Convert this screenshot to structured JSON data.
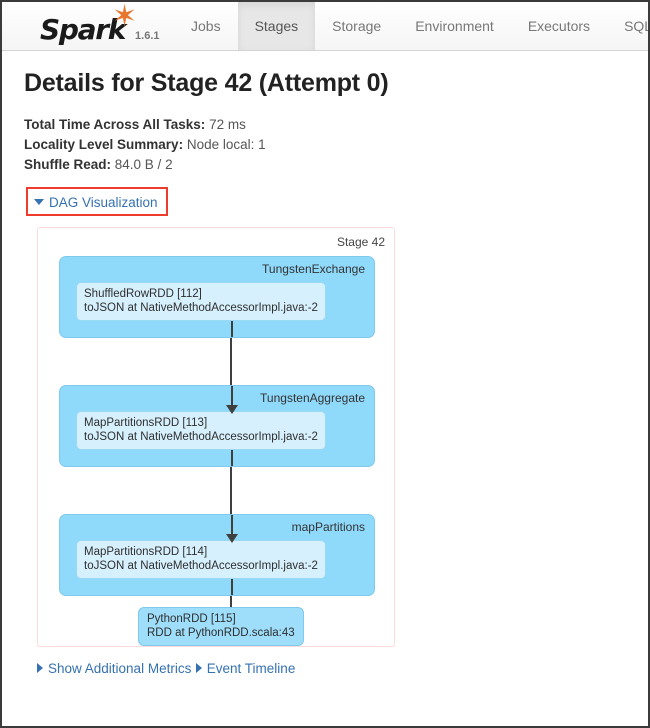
{
  "navbar": {
    "brand_name": "Spark",
    "brand_star_icon": "star-icon",
    "version": "1.6.1",
    "tabs": [
      {
        "label": "Jobs",
        "active": false
      },
      {
        "label": "Stages",
        "active": true
      },
      {
        "label": "Storage",
        "active": false
      },
      {
        "label": "Environment",
        "active": false
      },
      {
        "label": "Executors",
        "active": false
      },
      {
        "label": "SQL",
        "active": false
      }
    ]
  },
  "page": {
    "title": "Details for Stage 42 (Attempt 0)"
  },
  "summary": [
    {
      "label": "Total Time Across All Tasks:",
      "value": "72 ms"
    },
    {
      "label": "Locality Level Summary:",
      "value": "Node local: 1"
    },
    {
      "label": "Shuffle Read:",
      "value": "84.0 B / 2"
    }
  ],
  "dag_toggle": {
    "label": "DAG Visualization",
    "caret_icon": "caret-down-icon",
    "expanded": true,
    "highlight_color": "#ef3b2c"
  },
  "dag": {
    "stage_label": "Stage 42",
    "node_fill": "#8fd9fb",
    "rdd_fill": "#d6f0fd",
    "container_border": "#fadcdc",
    "nodes": [
      {
        "label": "TungstenExchange",
        "rdd_name": "ShuffledRowRDD [112]",
        "rdd_call": "toJSON at NativeMethodAccessorImpl.java:-2"
      },
      {
        "label": "TungstenAggregate",
        "rdd_name": "MapPartitionsRDD [113]",
        "rdd_call": "toJSON at NativeMethodAccessorImpl.java:-2"
      },
      {
        "label": "mapPartitions",
        "rdd_name": "MapPartitionsRDD [114]",
        "rdd_call": "toJSON at NativeMethodAccessorImpl.java:-2"
      }
    ],
    "final_node": {
      "rdd_name": "PythonRDD [115]",
      "rdd_call": "RDD at PythonRDD.scala:43"
    }
  },
  "footer_links": [
    {
      "label": "Show Additional Metrics",
      "caret_icon": "caret-right-icon"
    },
    {
      "label": "Event Timeline",
      "caret_icon": "caret-right-icon"
    }
  ]
}
